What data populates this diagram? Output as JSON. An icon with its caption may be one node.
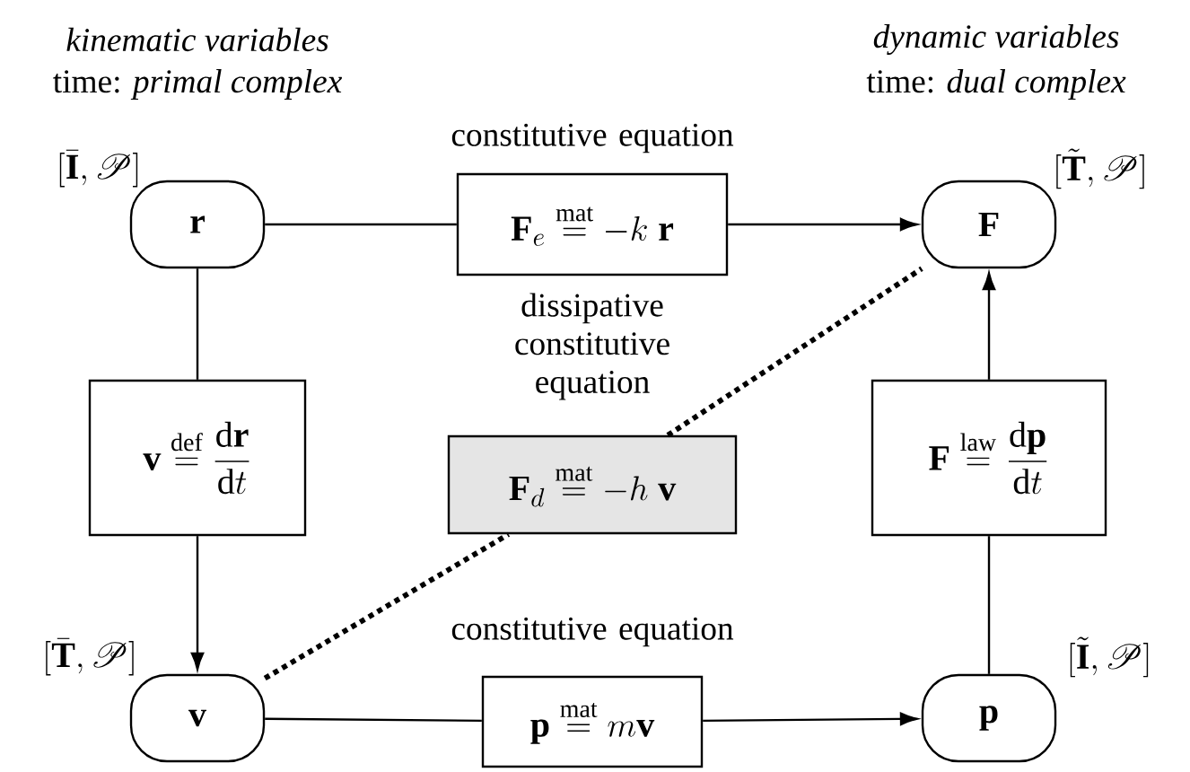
{
  "diagram": {
    "nodes": [
      {
        "text": [
          "\\mathbf{r}"
        ],
        "beside": [
          "[\\bar{\\mathbf{I}},\\mathscr{P}]"
        ]
      },
      {
        "text": [
          "constitutive equation",
          "\\mathbf{F}_e \\overset{\\mathrm{mat}}{=} -k\\;\\mathbf{r}"
        ]
      },
      {
        "text": [
          "\\mathbf{F}"
        ],
        "beside": [
          "[\\tilde{\\mathbf{T}},\\mathscr{P}]"
        ]
      },
      {
        "text": [
          "\\mathbf{v} \\overset{\\mathrm{def}}{=} \\frac{\\mathrm{d}\\mathbf{r}}{\\mathrm{d}t}"
        ]
      },
      {
        "text": [
          "dissipative constitutive equation",
          "\\mathbf{F}_d \\overset{\\mathrm{mat}}{=} -h\\;\\mathbf{v}"
        ]
      },
      {
        "text": [
          "\\mathbf{F} \\overset{\\mathrm{law}}{=} \\frac{\\mathrm{d}\\mathbf{p}}{\\mathrm{d}t}"
        ]
      },
      {
        "text": [
          "\\mathbf{v}"
        ],
        "beside": [
          "[\\bar{\\mathbf{T}},\\mathscr{P}]"
        ]
      },
      {
        "text": [
          "constitutive equation",
          "\\mathbf{p} \\overset{\\mathrm{mat}}{=} m\\mathbf{v}"
        ]
      },
      {
        "text": [
          "\\mathbf{p}"
        ],
        "beside": [
          "[\\tilde{\\mathbf{I}},\\mathscr{P}]"
        ]
      }
    ],
    "edges": [
      {
        "from": 0,
        "to": 1,
        "arrow": "none"
      },
      {
        "from": 1,
        "to": 2,
        "arrow": "to"
      },
      {
        "from": 0,
        "to": 3,
        "arrow": "none"
      },
      {
        "from": 3,
        "to": 6,
        "arrow": "to"
      },
      {
        "from": 6,
        "to": 4,
        "arrow": "none",
        "style": "dashed"
      },
      {
        "from": 4,
        "to": 2,
        "arrow": "none",
        "style": "dashed"
      },
      {
        "from": 6,
        "to": 7,
        "arrow": "none"
      },
      {
        "from": 7,
        "to": 8,
        "arrow": "to"
      },
      {
        "from": 8,
        "to": 5,
        "arrow": "none"
      },
      {
        "from": 5,
        "to": 2,
        "arrow": "to"
      }
    ],
    "labels": [
      "kinematic variables",
      "time: *primal complex*",
      "dynamic variables",
      "time: *dual complex*"
    ]
  }
}
